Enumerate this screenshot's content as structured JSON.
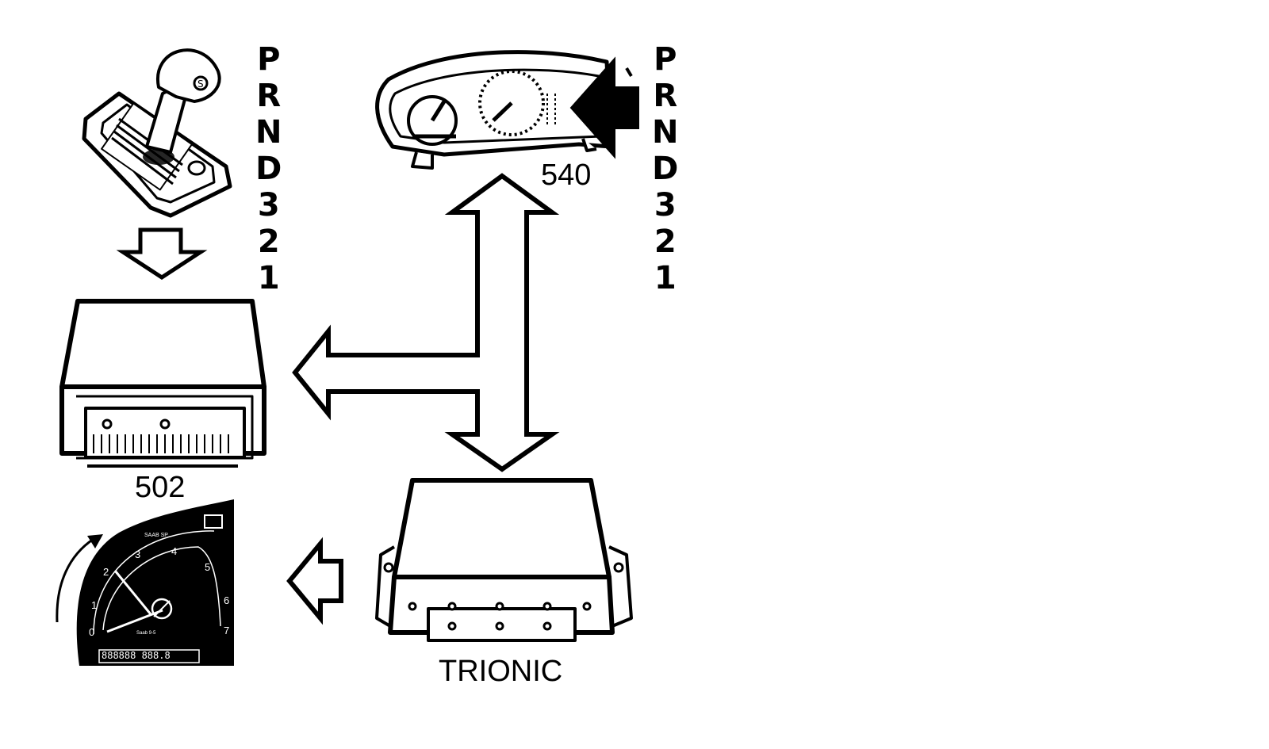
{
  "labels": {
    "ecu_502": "502",
    "cluster_540": "540",
    "trionic": "TRIONIC"
  },
  "gear_sequence_left": [
    "P",
    "R",
    "N",
    "D",
    "3",
    "2",
    "1"
  ],
  "gear_sequence_right": [
    "P",
    "R",
    "N",
    "D",
    "3",
    "2",
    "1"
  ],
  "tacho": {
    "scale": [
      "0",
      "1",
      "2",
      "3",
      "4",
      "5",
      "6",
      "7"
    ],
    "top_text": "SAAB SP",
    "center_text": "Saab 9-5",
    "odometer": "888888 888.8"
  }
}
